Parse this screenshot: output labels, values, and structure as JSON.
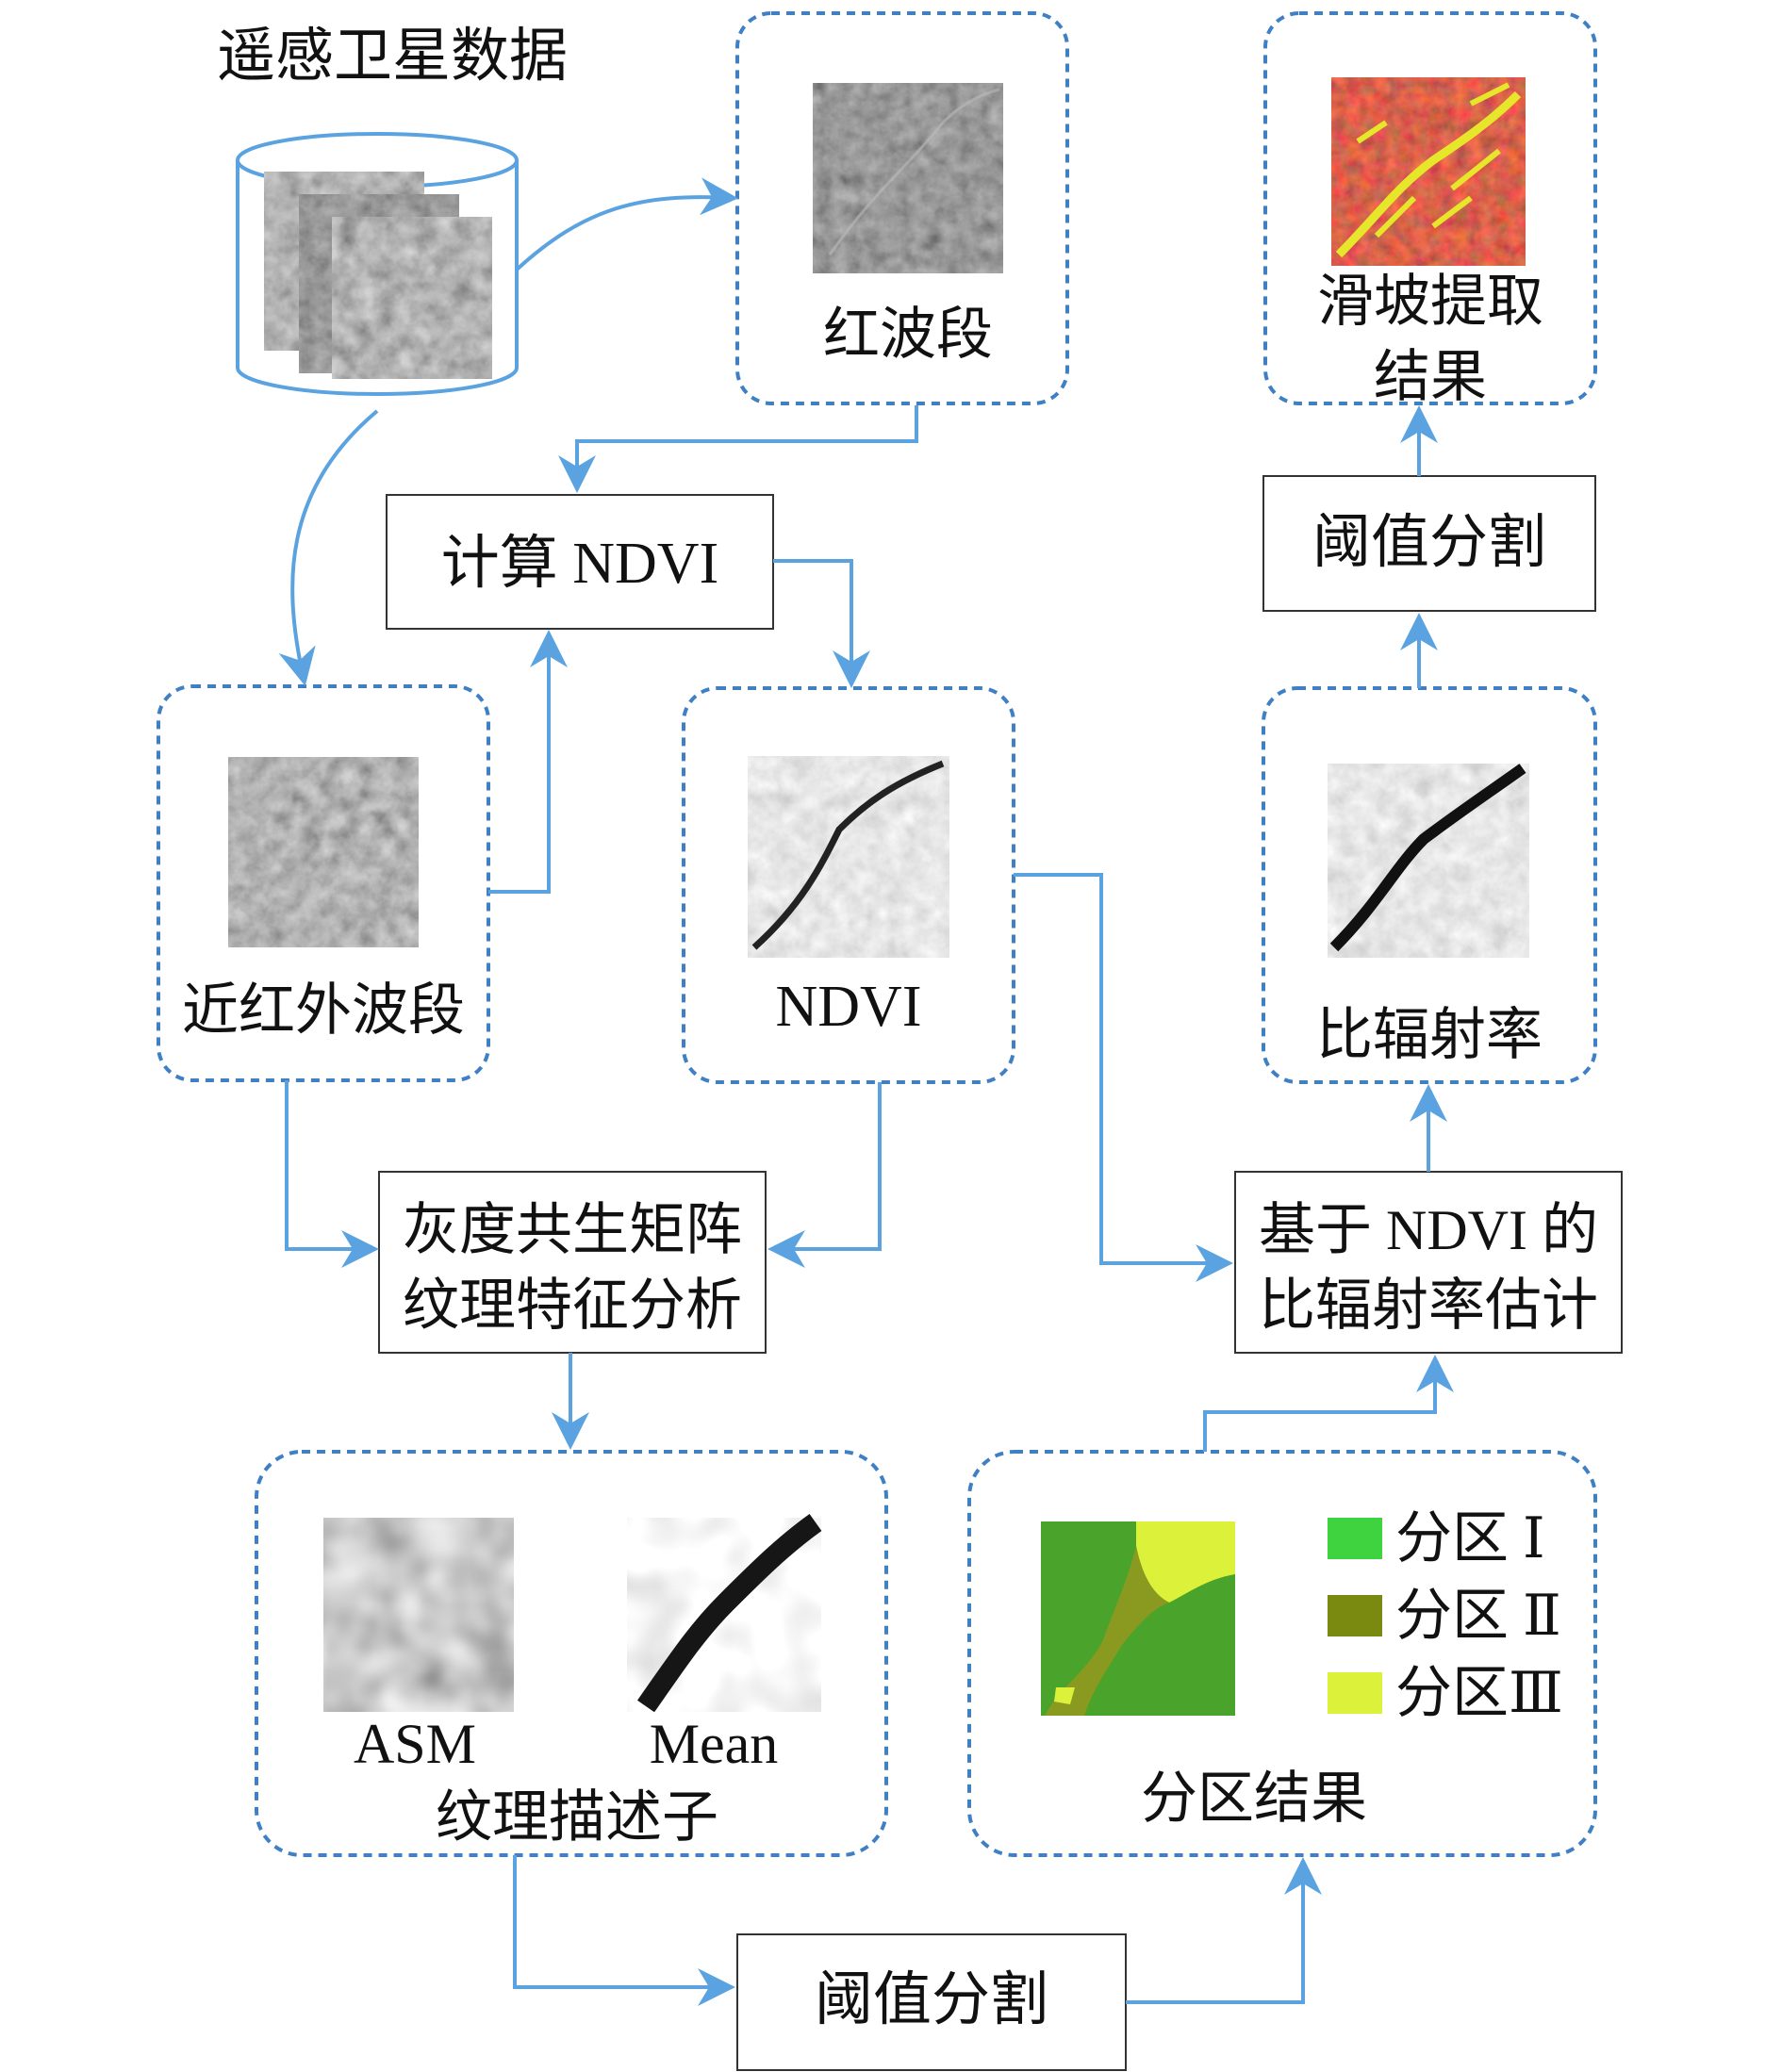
{
  "source_label": "遥感卫星数据",
  "nodes": {
    "red_band": "红波段",
    "nir_band": "近红外波段",
    "calc_ndvi": "计算 NDVI",
    "ndvi": "NDVI",
    "glcm": [
      "灰度共生矩阵",
      "纹理特征分析"
    ],
    "texture": {
      "title": "纹理描述子",
      "asm": "ASM",
      "mean": "Mean"
    },
    "threshold_bottom": "阈值分割",
    "zoning": {
      "title": "分区结果",
      "legend": [
        {
          "label": "分区 Ⅰ",
          "color": "#3fd43f"
        },
        {
          "label": "分区 Ⅱ",
          "color": "#7a8a10"
        },
        {
          "label": "分区Ⅲ",
          "color": "#dcf23a"
        }
      ]
    },
    "ratio_estimate": [
      "基于 NDVI 的",
      "比辐射率估计"
    ],
    "emissivity": "比辐射率",
    "threshold_top": "阈值分割",
    "landslide": [
      "滑坡提取",
      "结果"
    ]
  },
  "colors": {
    "arrow": "#5aa3e0",
    "dashed_border": "#3f7fc4",
    "landslide_red": "#8b1a10",
    "landslide_yellow": "#e6e62a"
  }
}
